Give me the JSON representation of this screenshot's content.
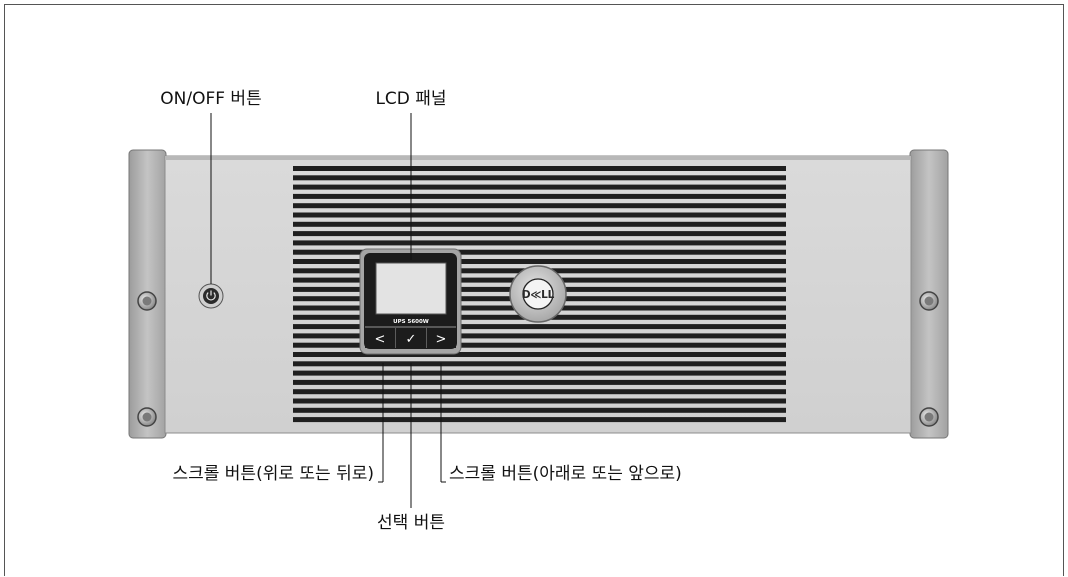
{
  "labels": {
    "power_button": "ON/OFF 버튼",
    "lcd_panel": "LCD 패널",
    "scroll_up": "스크롤 버튼(위로 또는 뒤로)",
    "scroll_down": "스크롤 버튼(아래로 또는 앞으로)",
    "select": "선택 버튼"
  },
  "device": {
    "model": "UPS 5600W",
    "logo": "D≪LL",
    "nav_left": "<",
    "nav_select": "✓",
    "nav_right": ">"
  }
}
